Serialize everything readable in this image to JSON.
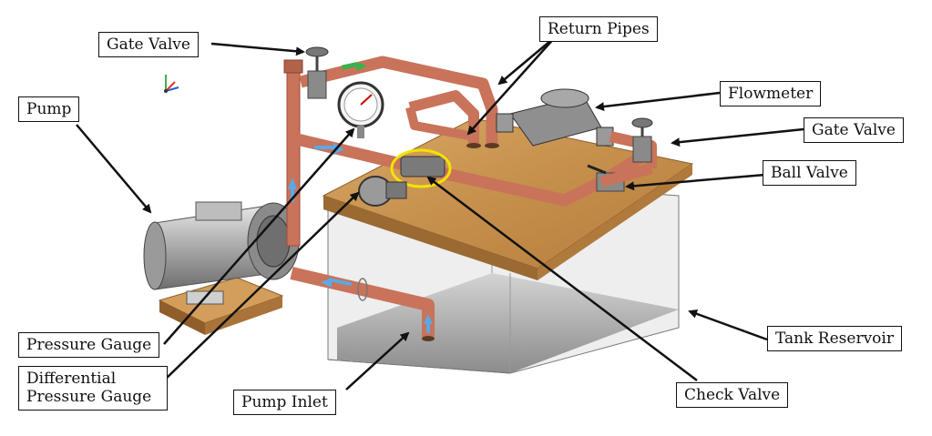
{
  "labels": {
    "gate_valve_top": "Gate Valve",
    "return_pipes": "Return Pipes",
    "pump": "Pump",
    "flowmeter": "Flowmeter",
    "gate_valve_right": "Gate Valve",
    "ball_valve": "Ball Valve",
    "tank_reservoir": "Tank Reservoir",
    "check_valve": "Check Valve",
    "pump_inlet": "Pump Inlet",
    "pressure_gauge": "Pressure Gauge",
    "differential_pressure_gauge_line1": "Differential",
    "differential_pressure_gauge_line2": "Pressure Gauge"
  },
  "colors": {
    "copper": "#c9735a",
    "copper_dark": "#9e4e38",
    "wood": "#c8934f",
    "wood_dark": "#8f5e2a",
    "flow_arrow": "#5aa9e6",
    "flow_arrow_green": "#38b24a",
    "highlight": "#f3e400",
    "tank_glass": "#e8e8e8"
  }
}
